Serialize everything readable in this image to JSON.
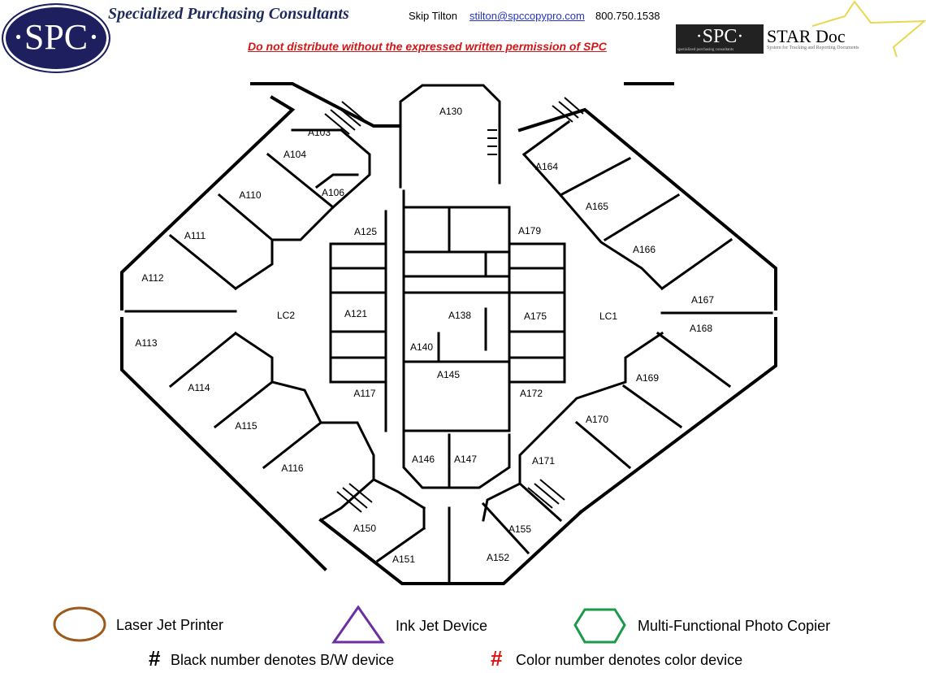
{
  "header": {
    "logo_text": "·SPC·",
    "company": "Specialized Purchasing Consultants",
    "contact_name": "Skip Tilton",
    "contact_email": "stilton@spccopypro.com",
    "contact_phone": "800.750.1538",
    "warning": "Do not distribute without the expressed written permission of SPC",
    "star_logo": {
      "spc": "·SPC·",
      "spc_sub": "specialized purchasing consultants",
      "title": "STAR Doc",
      "subtitle": "System for Tracking and Reporting Documents"
    }
  },
  "rooms": [
    "A130",
    "A103",
    "A104",
    "A106",
    "A110",
    "A111",
    "A112",
    "LC2",
    "A113",
    "A114",
    "A115",
    "A116",
    "A125",
    "A121",
    "A117",
    "A138",
    "A140",
    "A145",
    "A146",
    "A147",
    "A150",
    "A151",
    "A152",
    "A155",
    "A171",
    "A172",
    "A175",
    "A179",
    "A164",
    "A165",
    "A166",
    "LC1",
    "A167",
    "A168",
    "A169",
    "A170"
  ],
  "legend": {
    "laser": {
      "label": "Laser Jet Printer",
      "color": "#9c5a1c"
    },
    "inkjet": {
      "label": "Ink Jet Device",
      "color": "#6a2fa0"
    },
    "mfp": {
      "label": "Multi-Functional Photo Copier",
      "color": "#1a9a4a"
    },
    "bw_hash": "#",
    "bw_note": "Black number denotes B/W device",
    "color_hash": "#",
    "color_note": "Color number denotes color device",
    "color_hash_color": "#e01010"
  }
}
